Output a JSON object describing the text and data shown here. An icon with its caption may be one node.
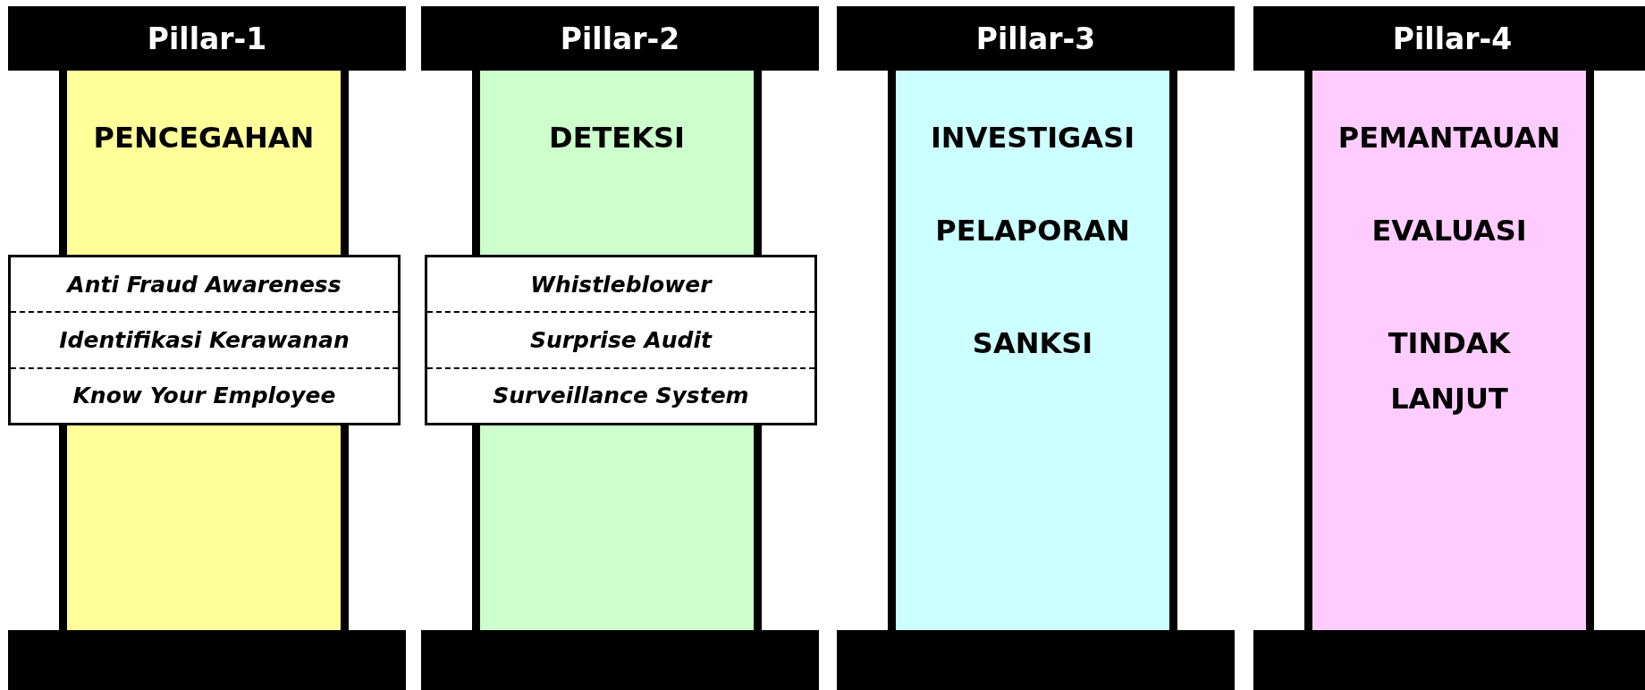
{
  "diagram": {
    "nodes": [
      {
        "text": [
          "Pillar-1",
          "PENCEGAHAN"
        ]
      },
      {
        "text": [
          "Anti Fraud Awareness",
          "Identifikasi Kerawanan",
          "Know Your Employee"
        ]
      },
      {
        "text": [],
        "shape": "bar"
      },
      {
        "text": [
          "Pillar-2",
          "DETEKSI"
        ]
      },
      {
        "text": [
          "Whistleblower",
          "Surprise Audit",
          "Surveillance System"
        ]
      },
      {
        "text": [],
        "shape": "bar"
      },
      {
        "text": [
          "Pillar-3",
          "INVESTIGASI",
          "PELAPORAN",
          "SANKSI"
        ]
      },
      {
        "text": [],
        "shape": "bar"
      },
      {
        "text": [
          "Pillar-4",
          "PEMANTAUAN",
          "EVALUASI",
          "TINDAK LANJUT"
        ]
      },
      {
        "text": [],
        "shape": "bar"
      }
    ]
  }
}
